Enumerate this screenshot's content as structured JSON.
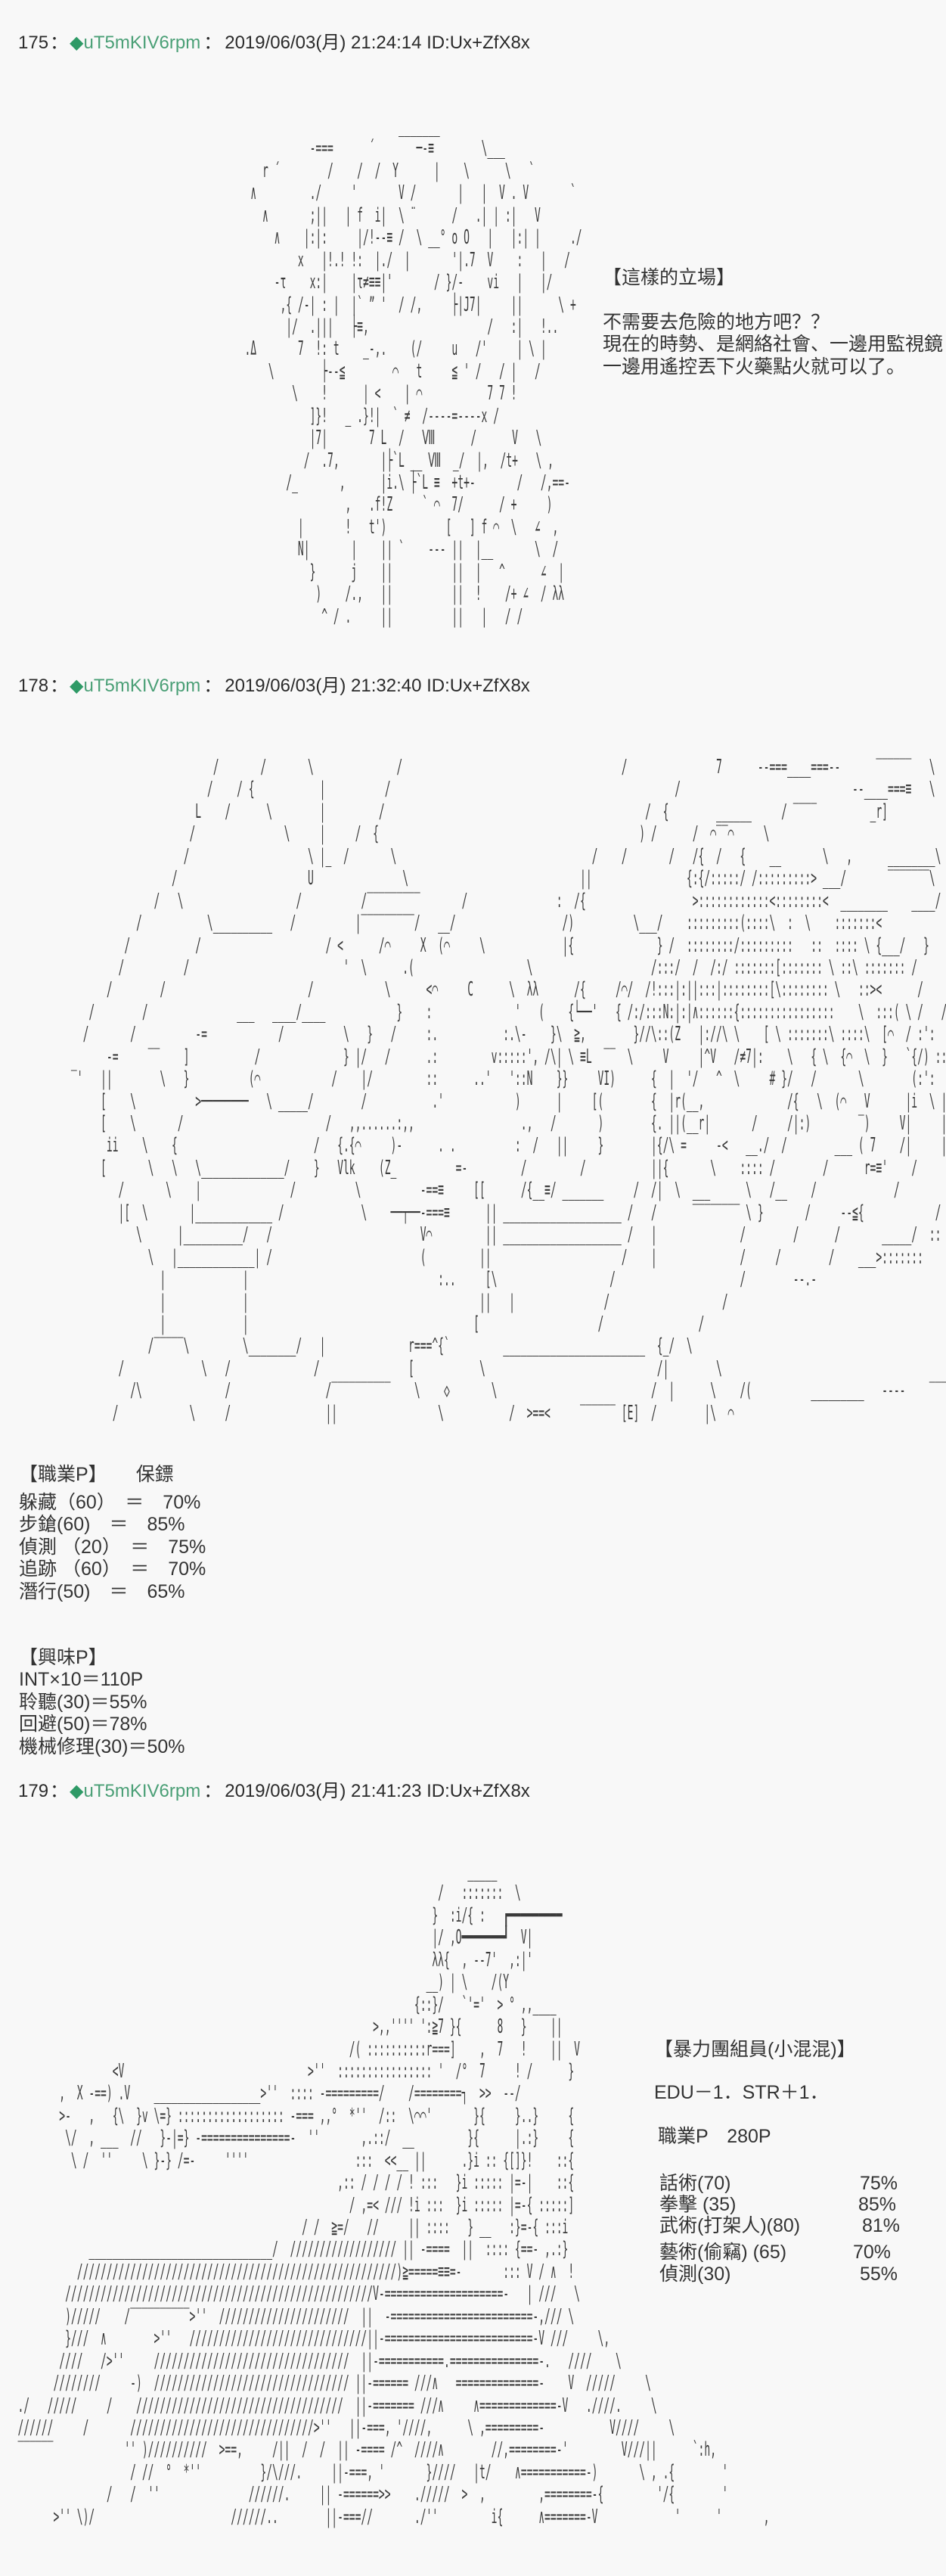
{
  "theme": {
    "background": "#f8f8f8",
    "text_color": "#333333",
    "trip_color": "#2e9a66",
    "name_color": "#4a9f76"
  },
  "posts": [
    {
      "number": "175",
      "separator": "：",
      "trip_symbol": "◆",
      "name": "uT5mKIV6rpm",
      "date": "2019/06/03(月)",
      "time": "21:24:14",
      "id": "ID:Ux+ZfX8x",
      "ascii_art": [
        "                             _______",
        "              -===      ´       ─-≡        \\___",
        "      r ´        /    /  /  Y      |    \\      \\   `",
        "    ∧         ./     '       V /       |   |  V . V       `",
        "      ∧       ;||   | f  i|  \\ ¨      /   .| | :|   V",
        "        ∧    |:|:     |/!--≡ /  \\ __° o O   |   |:| |     ./",
        "            x   |!.! !:  |./  |       '|.7  V    :   |   /",
        "        -τ    x:|    |τ≠≡≡|'       / }/-    vi   |   |/",
        "         ,{ /-| : |  |` ” '  / /,     ├|J7|     ||      \\ +",
        "          |/  .|||   ├≡,                    /   :|   !..",
        "   .Δ       7  !: t    _-,.    (/     u   /'     | \\ |",
        "       \\        ├--≦        ⌒   t     ≦ ' /   / |   /",
        "           \\    !      | <    | ⌒           7 7 !",
        "              ]}!   _ .}!|  ` ≠  /----=----x /",
        "              |7|       7 L  /   Ⅷ      /      V   \\",
        "             /  .7,       |├`L __ Ⅷ  _/  |,  /t+   \\ ,",
        "          /_       ,      |i.\\ ├`L ≡  +t+-       /   /,==-",
        "                    ,   .f!Z     ` ⌒  7/      / +     )",
        "            |       !   t')          [   ] f ⌒  \\   ∠  ,",
        "            N|       |    || `    --- ||  |__       \\  /",
        "              }      j    ||          ||  |   ^      ∠  |",
        "               )    /.,   ||          ||  !    /+ ∠  / λλ",
        "                ^ / .     ||          ||   |   / /"
      ],
      "dialog": {
        "title": "【這樣的立場】",
        "lines": [
          "不需要去危險的地方吧？？",
          "現在的時勢、是網絡社會、一邊用監視鏡",
          "一邊用遙控丟下火藥點火就可以了。"
        ]
      }
    },
    {
      "number": "178",
      "separator": "：",
      "trip_symbol": "◆",
      "name": "uT5mKIV6rpm",
      "date": "2019/06/03(月)",
      "time": "21:32:40",
      "id": "ID:Ux+ZfX8x",
      "ascii_art": [
        "                                    /       /       \\              /                                     /               7      --===____===--      ‾‾‾‾‾‾   \\",
        "                                   /    / {           |          /                                                /                             --____===≡   \\",
        "                                 L    /      \\        |         /                                            /  {        ______     / ‾‾‾‾         _r]",
        "                                /               \\     |     /  {                                            ) /      /  ⌒‾‾⌒     \\",
        "                               /                    \\ |_  /       \\                                 /    /       /   /{  /   {    __       \\   ,      ________\\",
        "                             /                      U               \\                             ||                {:{/:::::/ /:::::::::> ___/       ‾‾‾‾‾‾‾\\",
        "                          /   \\                   /          /‾‾‾‾‾‾‾‾‾       /               :  /{                  >::::::::::::<::::::::<  ________    ____/",
        "                       /           \\__________   /          |‾‾‾‾‾‾‾‾‾/   __/                  /)          \\___/    :::::::::(::::\\  :  \\    :::::::<",
        "                     /           /                     / <      /⌒     X  (⌒     \\             |{              } /  ::::::::/:::::::::   ::  :::: \\ {___/   }",
        "                    /          /                          '  \\      .(                   \\                    /:::/  /  /:/ :::::::[::::::: \\ ::\\ ::::::: /",
        "                  /        /                        /            \\      <⌒     C      \\  λλ      /{     /⌒/  /!:::|:||:::|::::::::[\\:::::::: \\   ::><      /",
        "               /        /               ___   ____/____            }    :              '   (    {└──'   { /:/:::N:|:|∧::::::{::::::::::::::::    \\  :::( \\ /   /",
        "              /       /          -=            /          \\   }   /     :.           :.\\-    }\\  ≧,        }//\\::(Z   |://\\ \\    [ \\ :::::::\\ ::::\\  [⌒  / :':",
        "                  -=     ‾‾    ]           /              } |/   /      .:         v:::::', /\\| \\ ≡L  ‾‾  \\     V     |^V   /≠7|:    \\   { \\  {⌒  \\  }   `{/) ::",
        "            ‾'   ||        \\   }          (⌒            /    |/         ::      ..'   '::N    }}     VI)      {  |  '/   ^  \\     # }/   /       \\        (:':",
        "                 [    \\          >────────   \\ _____/        /           .'            )      |     [(        {  |r(__,              /{   \\  (⌒   V      |i  \\ |",
        "                 [    \\       /                        /   ,,......:,,                  .,   /       )        {. ||(__r|       /     /|:)        ‾)     V|     |",
        "                  ii    \\    {                       /   {.{⌒     )-      . .          :  /   ||     }        |{/\\ =     -<   __./  /        ___ ( 7    /|     |",
        "                 [       \\   \\   \\______________/    }   Vlk    (Z_          =-         /         /           ||{       \\    :::: /        /      r=≡'    /",
        "                    /       \\    |               /          \\          -==≡     [[      /{__≡/ _______     /  /|  \\  ___      \\   /__    /             /",
        "                    |[  \\       |_____________ /             \\    ──┬──-===≡      || ____________________ /   /      ‾‾‾‾‾‾‾‾ \\ }       /     --≦{            /",
        "                       \\      |__________/   /                         V⌒         || ____________________ /   |              /        /      /       _____/  ::",
        "                         \\   |_____________| /                         (         ||                      /    |              /     /        /    ___>:::::::",
        "                           |             |                                :..     [\\                   /                     /        --.-",
        "                           |             |                                       ||   |               /                   /",
        "                           |             |                                      [                    /                /",
        "                         /‾‾‾‾‾\\         \\________/   |              r===^{`         ________________________  {_/  \\",
        "                    /             \\   /              /               [           \\                             /|        \\",
        "                      /\\              /                /‾‾‾‾‾‾‾‾‾‾    \\    ◇       \\                          /  |      \\    /(          _________   ----    ‾‾‾",
        "                   /            \\     /                ||                 \\           /  >==<     ‾‾‾‾‾‾ [E]  /        |\\  ⌒"
      ],
      "stats": {
        "occupation_title": "【職業P】",
        "occupation": "保鏢",
        "occupation_skills": [
          "躲藏（60）　＝　70%",
          "步鎗(60)　＝　85%",
          "偵測 （20）　＝　75%",
          "追跡 （60）　＝　70%",
          "潛行(50)　＝　65%"
        ],
        "interest_title": "【興味P】",
        "interest_lines": [
          "INT×10＝110P",
          "聆聽(30)＝55%",
          "回避(50)＝78%",
          "機械修理(30)＝50%"
        ]
      }
    },
    {
      "number": "179",
      "separator": "：",
      "trip_symbol": "◆",
      "name": "uT5mKIV6rpm",
      "date": "2019/06/03(月)",
      "time": "21:41:23",
      "id": "ID:Ux+ZfX8x",
      "ascii_art": [
        "                                                                               _____",
        "                                                                          /   :::::::  \\",
        "                                                                         }  :i/{ :   ┏━━━━━━━━━",
        "                                                                         |/ ,O━━━━━━━┛  V|",
        "                                                                         λλ{  , --7'  ,:|'",
        "                                                                        __) | \\    /(Y",
        "                                                                      {::}/   `'='  > ° ,,____",
        "                                                               >,,'''' ':≧7 }{      8   }    ||",
        "                                                           /( ::::::::::r===]    ,  7   !    ||  V",
        "                   <V                               >''  :::::::::::::::: '  /°  7     ! /      }",
        "          ,  X -==) .V    __________________>''  :::: -=========/    /========┐  >>  --/",
        "          >-   ,   {\\  }v \\=} :::::::::::::::::: -=== ,,°  *''  /::  \\⌒⌒'       }{     }..}     {",
        "           \\/  , ___  //   }-|=} -===============-  ''       ,.::/  __         }{      |.:}     {",
        "            \\ /  ''     \\ }-} /=-     ''''                  :::  <<__ ||      .}i :: {[]}!    ::{",
        "                                                         ,:: / / / / ! :::   }i ::::: |=-|    ::{",
        "                                                           / ,=< /// !i :::  }i ::::: |=-{ :::::]",
        "                                                   / /  ≧=/   //     || ::::   } __   :}=-{ :::i",
        "               _______________________________/  ////////////////// || -====  ||  :::: {==- ,.:}",
        "             //////////////////////////////////////////////////////)≧=====≡≡=-       ::: V / ∧  !",
        "           ////////////////////////////////////////////////////V-====================-   | ///   \\",
        "           )/////    /‾‾‾‾‾‾‾‾‾‾>''  //////////////////////  ||  -========================-,/// \\",
        "           }///  ∧        >''   //////////////////////////////||-=========================-V ///     \\,",
        "          ////   />''     /////////////////////////////////  ||-===========.===============-.   ////    \\",
        "         ////////     -)  ///////////////////////////////// ||-====== ///∧   ==============-    V  /////     \\",
        "   ./   /////     /    ///////////////////////////////////  ||-======= ///∧     ∧=============-V   .////.     \\",
        "   //////     /       ///////////////////////////////>''   ||-===, '////,      \\ ,=========-           V////     \\",
        "   ‾‾‾‾‾‾            '' )//////////  >==,     /||  /  /  || -==== /^  ////∧        //,========-'         V///||      `:h,",
        "                      / //  °  *''          }/\\///.     ||-===, '       }////   |t/    ∧===========-)       \\ , .{        '",
        "                  /   /  ''               //////.     || -======>>    ./////  >  ,         ,========-{         '/{        '",
        "         >'' \\)/                       //////..        ||-===//       ./''         i{      ∧=======-V             '      '       ,"
      ],
      "profile": {
        "title": "【暴力團組員(小混混)】",
        "modifiers": "EDU－1．STR＋1．",
        "occupation_points": "職業P　280P",
        "skills": [
          {
            "name": "話術(70)",
            "value": "75%"
          },
          {
            "name": "拳擊 (35)",
            "value": "85%"
          },
          {
            "name": "武術(打架人)(80)",
            "value": "81%"
          },
          {
            "name": "藝術(偷竊) (65)",
            "value": "70%"
          },
          {
            "name": "偵測(30)",
            "value": "55%"
          }
        ]
      }
    }
  ]
}
